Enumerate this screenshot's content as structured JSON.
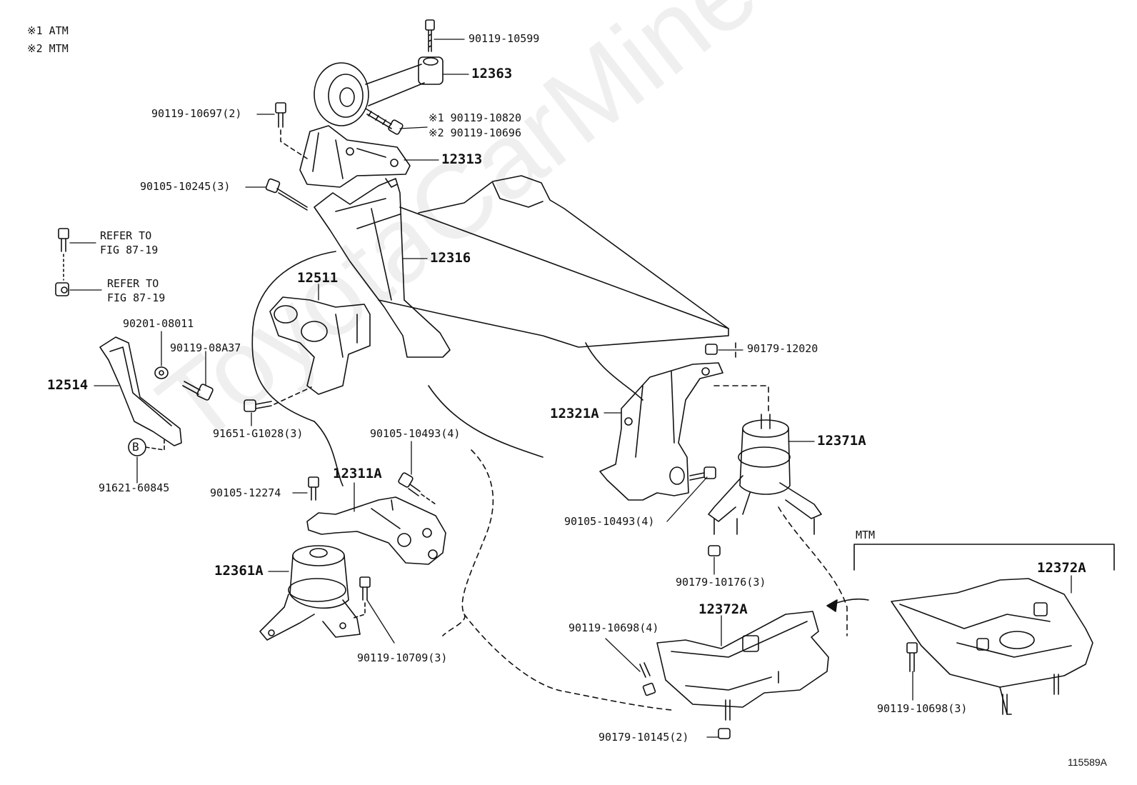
{
  "legend": {
    "note1": "※1 ATM",
    "note2": "※2 MTM"
  },
  "labels": {
    "b_90119_10599": "90119-10599",
    "p_12363": "12363",
    "b_90119_10697": "90119-10697(2)",
    "b_atm_90119_10820": "※1 90119-10820",
    "b_mtm_90119_10696": "※2 90119-10696",
    "p_12313": "12313",
    "b_90105_10245": "90105-10245(3)",
    "ref_1": "REFER TO\nFIG 87-19",
    "ref_2": "REFER TO\nFIG 87-19",
    "p_12316": "12316",
    "p_12511": "12511",
    "w_90201_08011": "90201-08011",
    "b_90119_08a37": "90119-08A37",
    "p_12514": "12514",
    "circle_b": "B",
    "c_91621_60845": "91621-60845",
    "b_91651_g1028": "91651-G1028(3)",
    "b_90105_10493_a": "90105-10493(4)",
    "p_12311a": "12311A",
    "b_90105_12274": "90105-12274",
    "p_12361a": "12361A",
    "b_90119_10709": "90119-10709(3)",
    "n_90179_12020": "90179-12020",
    "p_12321a": "12321A",
    "p_12371a": "12371A",
    "b_90105_10493_b": "90105-10493(4)",
    "n_90179_10176": "90179-10176(3)",
    "mtm_title": "MTM",
    "p_12372a_right": "12372A",
    "p_12372a_center": "12372A",
    "b_90119_10698_left": "90119-10698(4)",
    "b_90119_10698_right": "90119-10698(3)",
    "n_90179_10145": "90179-10145(2)",
    "diagram_id": "115589A"
  },
  "watermark": "ToyotaCarMine.ru"
}
